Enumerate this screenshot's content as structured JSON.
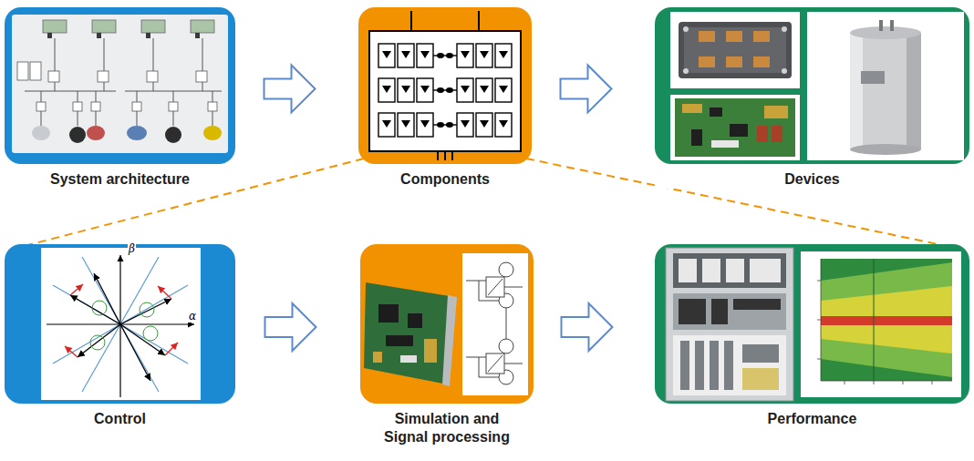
{
  "diagram": {
    "nodes": [
      {
        "text": [
          "System architecture"
        ]
      },
      {
        "text": [
          "Components"
        ]
      },
      {
        "text": [
          "Devices"
        ]
      },
      {
        "text": [
          "Control"
        ]
      },
      {
        "text": [
          "Simulation and Signal processing"
        ]
      },
      {
        "text": [
          "Performance"
        ]
      }
    ],
    "edges": [
      {
        "from": 0,
        "to": 1,
        "arrow": "to"
      },
      {
        "from": 1,
        "to": 2,
        "arrow": "to"
      },
      {
        "from": 3,
        "to": 4,
        "arrow": "to"
      },
      {
        "from": 4,
        "to": 5,
        "arrow": "to"
      },
      {
        "from": 1,
        "to": 3,
        "arrow": "none"
      },
      {
        "from": 1,
        "to": 5,
        "arrow": "none"
      }
    ],
    "labels": [
      "β",
      "α"
    ]
  }
}
